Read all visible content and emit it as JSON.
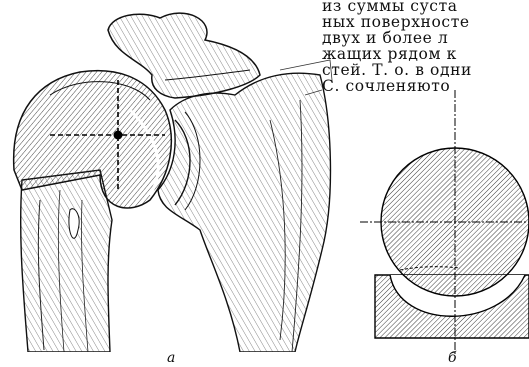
{
  "text_lines": [
    "из суммы суста",
    "ных поверхносте",
    "двух и более л",
    "жащих рядом к",
    "стей. Т. о. в одни",
    "С.   сочленяюто"
  ],
  "figure_a": {
    "caption": "а"
  },
  "figure_b": {
    "caption": "б"
  }
}
